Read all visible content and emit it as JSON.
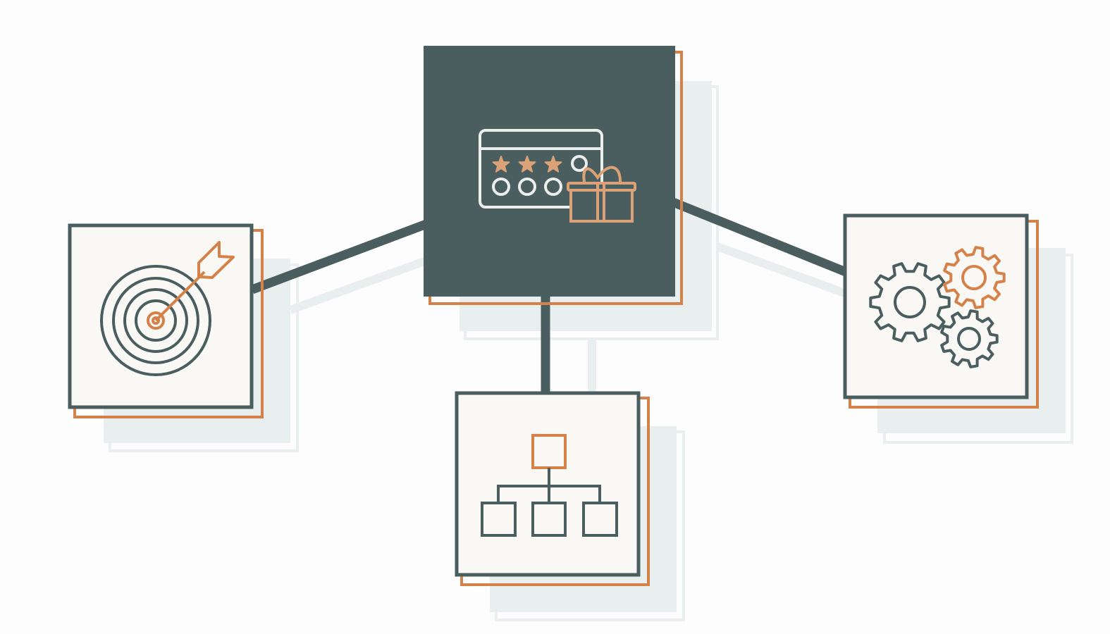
{
  "colors": {
    "dark": "#4b5e5f",
    "accent": "#d4824a",
    "accent_light": "#dca277",
    "panel": "#f9f8f5",
    "shadow": "#e9efee",
    "icon_light": "#eceeed",
    "background": "#fdfdfd"
  },
  "nodes": [
    {
      "id": "center",
      "icon": "rating-card-gift-icon",
      "highlighted": true
    },
    {
      "id": "left",
      "icon": "target-arrow-icon",
      "highlighted": false
    },
    {
      "id": "bottom",
      "icon": "org-chart-hierarchy-icon",
      "highlighted": false
    },
    {
      "id": "right",
      "icon": "gears-icon",
      "highlighted": false
    }
  ],
  "connections": [
    {
      "from": "center",
      "to": "left"
    },
    {
      "from": "center",
      "to": "right"
    },
    {
      "from": "center",
      "to": "bottom"
    }
  ]
}
